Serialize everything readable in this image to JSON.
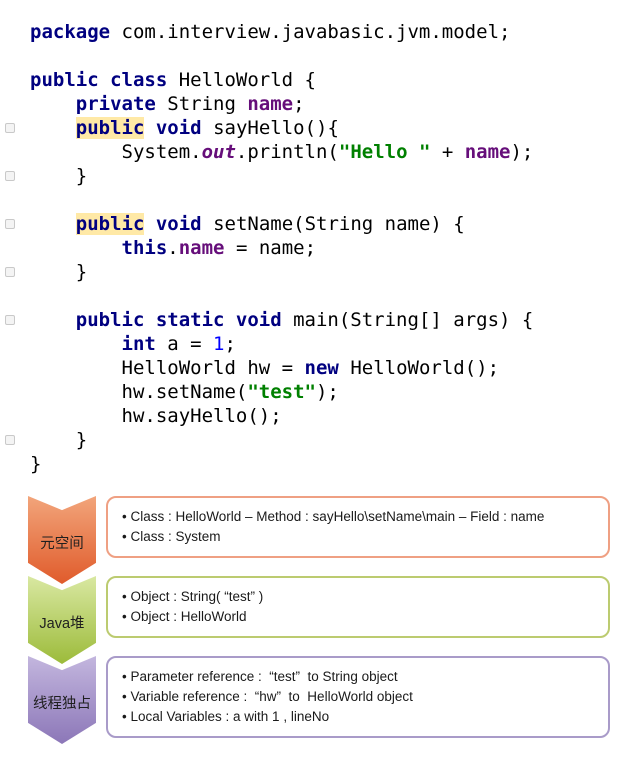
{
  "code": {
    "lines": [
      {
        "tokens": [
          [
            "kw",
            "package"
          ],
          [
            "plain",
            " com.interview.javabasic.jvm.model;"
          ]
        ]
      },
      {
        "tokens": []
      },
      {
        "tokens": [
          [
            "kw",
            "public class"
          ],
          [
            "plain",
            " HelloWorld {"
          ]
        ]
      },
      {
        "tokens": [
          [
            "plain",
            "    "
          ],
          [
            "kw",
            "private"
          ],
          [
            "plain",
            " String "
          ],
          [
            "field",
            "name"
          ],
          [
            "plain",
            ";"
          ]
        ]
      },
      {
        "fold": true,
        "tokens": [
          [
            "plain",
            "    "
          ],
          [
            "kwhl",
            "public"
          ],
          [
            "plain",
            " "
          ],
          [
            "kw",
            "void"
          ],
          [
            "plain",
            " sayHello(){"
          ]
        ]
      },
      {
        "tokens": [
          [
            "plain",
            "        System."
          ],
          [
            "sfield",
            "out"
          ],
          [
            "plain",
            ".println("
          ],
          [
            "str",
            "\"Hello \""
          ],
          [
            "plain",
            " + "
          ],
          [
            "field",
            "name"
          ],
          [
            "plain",
            ");"
          ]
        ]
      },
      {
        "fold": true,
        "tokens": [
          [
            "plain",
            "    }"
          ]
        ]
      },
      {
        "tokens": []
      },
      {
        "fold": true,
        "tokens": [
          [
            "plain",
            "    "
          ],
          [
            "kwhl",
            "public"
          ],
          [
            "plain",
            " "
          ],
          [
            "kw",
            "void"
          ],
          [
            "plain",
            " setName(String name) {"
          ]
        ]
      },
      {
        "tokens": [
          [
            "plain",
            "        "
          ],
          [
            "kw",
            "this"
          ],
          [
            "plain",
            "."
          ],
          [
            "field",
            "name"
          ],
          [
            "plain",
            " = name;"
          ]
        ]
      },
      {
        "fold": true,
        "tokens": [
          [
            "plain",
            "    }"
          ]
        ]
      },
      {
        "tokens": []
      },
      {
        "fold": true,
        "tokens": [
          [
            "plain",
            "    "
          ],
          [
            "kw",
            "public static void"
          ],
          [
            "plain",
            " main(String[] args) {"
          ]
        ]
      },
      {
        "tokens": [
          [
            "plain",
            "        "
          ],
          [
            "kw",
            "int"
          ],
          [
            "plain",
            " a = "
          ],
          [
            "num",
            "1"
          ],
          [
            "plain",
            ";"
          ]
        ]
      },
      {
        "tokens": [
          [
            "plain",
            "        HelloWorld hw = "
          ],
          [
            "kw",
            "new"
          ],
          [
            "plain",
            " HelloWorld();"
          ]
        ]
      },
      {
        "tokens": [
          [
            "plain",
            "        hw.setName("
          ],
          [
            "str",
            "\"test\""
          ],
          [
            "plain",
            ");"
          ]
        ]
      },
      {
        "tokens": [
          [
            "plain",
            "        hw.sayHello();"
          ]
        ]
      },
      {
        "fold": true,
        "tokens": [
          [
            "plain",
            "    }"
          ]
        ]
      },
      {
        "tokens": [
          [
            "plain",
            "}"
          ]
        ]
      }
    ]
  },
  "diagram": {
    "sections": [
      {
        "label": "元空间",
        "chevron_top": "#F2A57B",
        "chevron_bottom": "#E05B2B",
        "box_border": "#EFA083",
        "bullets": [
          "Class : HelloWorld – Method : sayHello\\setName\\main – Field : name",
          "Class : System"
        ]
      },
      {
        "label": "Java堆",
        "chevron_top": "#D9E8A2",
        "chevron_bottom": "#9CBB3A",
        "box_border": "#BCCB70",
        "bullets": [
          "Object : String( “test” )",
          "Object : HelloWorld"
        ]
      },
      {
        "label": "线程独占",
        "chevron_top": "#C3B6DE",
        "chevron_bottom": "#8C77B8",
        "box_border": "#A99BC9",
        "bullets": [
          "Parameter reference :  “test”  to String object",
          "Variable reference :  “hw”  to  HelloWorld object",
          "Local Variables : a with 1 , lineNo"
        ]
      }
    ]
  }
}
